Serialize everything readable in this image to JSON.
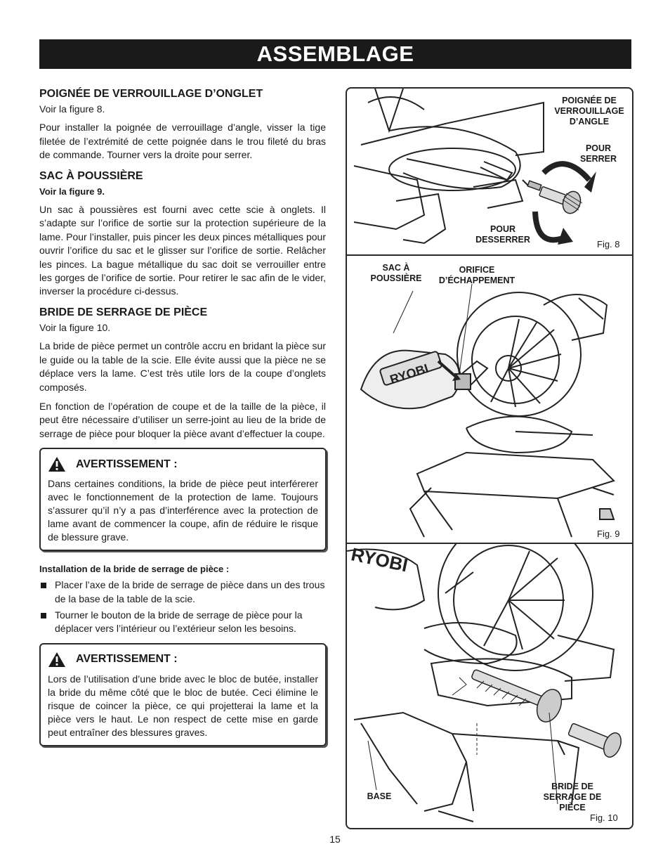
{
  "header": {
    "title": "ASSEMBLAGE"
  },
  "sections": {
    "handle": {
      "heading": "POIGNÉE DE VERROUILLAGE D’ONGLET",
      "ref": "Voir la figure 8.",
      "body": "Pour installer la poignée de verrouillage d’angle, visser la tige filetée de l’extrémité de cette poignée dans le trou fileté du bras de commande. Tourner vers la droite pour serrer."
    },
    "dustbag": {
      "heading": "SAC À POUSSIÈRE",
      "ref": "Voir la figure 9.",
      "body": "Un sac à poussières est fourni avec cette scie à onglets. Il s’adapte sur l’orifice de sortie sur la protection supérieure de la lame. Pour l’installer, puis pincer les deux pinces métalliques pour ouvrir l’orifice du sac et le glisser sur l’orifice de sortie. Relâcher les pinces. La bague métallique du sac doit se verrouiller entre les gorges de l’orifice de sortie. Pour retirer le sac afin de le vider, inverser la procédure ci-dessus."
    },
    "clamp": {
      "heading": "BRIDE DE SERRAGE DE PIÈCE",
      "ref": "Voir la figure 10.",
      "body1": "La bride de pièce permet un contrôle accru en bridant la pièce sur le guide ou la table de la scie. Elle évite aussi que la pièce ne se déplace vers la lame. C’est très utile lors de la coupe d’onglets composés.",
      "body2": "En fonction de l’opération de coupe et de la taille de la pièce, il peut être nécessaire d’utiliser un serre-joint au lieu de la bride de serrage de pièce pour bloquer la pièce avant d’effectuer la coupe."
    }
  },
  "warning1": {
    "title": "AVERTISSEMENT :",
    "body": "Dans certaines conditions, la bride de pièce peut interférerer avec le fonctionnement de la protection de lame. Toujours s’assurer qu’il n’y a pas d’interférence avec la protection de lame avant de commencer la coupe, afin de réduire le risque de blessure grave."
  },
  "install": {
    "heading": "Installation de la bride de serrage de pièce :",
    "steps": [
      "Placer l’axe de la bride de serrage de pièce dans un des trous de la base de la table de la scie.",
      "Tourner le bouton de la bride de serrage de pièce pour la déplacer vers l’intérieur ou l’extérieur selon les besoins."
    ]
  },
  "warning2": {
    "title": "AVERTISSEMENT :",
    "body": "Lors de l’utilisation d’une bride avec le bloc de butée, installer la bride du même côté que le bloc de butée. Ceci élimine le risque de coincer la pièce, ce qui projetterai la lame et la pièce vers le haut. Le non respect de cette mise en garde peut entraîner des blessures graves."
  },
  "figures": {
    "fig8": {
      "label": "Fig. 8",
      "callout_handle_1": "POIGNÉE DE",
      "callout_handle_2": "VERROUILLAGE",
      "callout_handle_3": "D’ANGLE",
      "callout_tighten_1": "POUR",
      "callout_tighten_2": "SERRER",
      "callout_loosen_1": "POUR",
      "callout_loosen_2": "DESSERRER"
    },
    "fig9": {
      "label": "Fig. 9",
      "callout_bag_1": "SAC À",
      "callout_bag_2": "POUSSIÈRE",
      "callout_port_1": "ORIFICE",
      "callout_port_2": "D’ÉCHAPPEMENT",
      "brand": "RYOBI"
    },
    "fig10": {
      "label": "Fig. 10",
      "callout_base": "BASE",
      "callout_clamp_1": "BRIDE DE",
      "callout_clamp_2": "SERRAGE DE",
      "callout_clamp_3": "PIÈCE",
      "brand": "RYOBI"
    }
  },
  "footer": {
    "page_number": "15"
  }
}
